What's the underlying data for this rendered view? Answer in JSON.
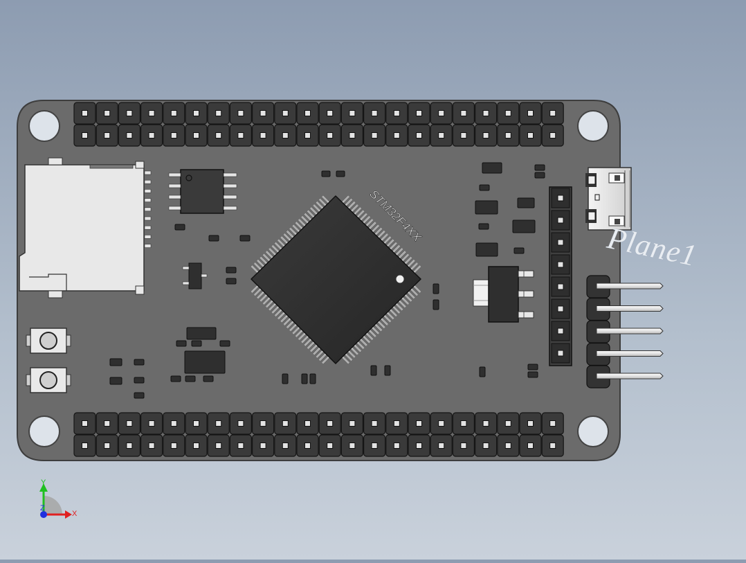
{
  "window": {
    "plane_label": "Plane1"
  },
  "board": {
    "mcu_marking": "STM32F4XX"
  },
  "triad": {
    "x_label": "X",
    "y_label": "Y",
    "z_label": "Z"
  },
  "colors": {
    "pcb": "#6b6b6b",
    "pcb_edge": "#444444",
    "component": "#2f2f2f",
    "header": "#3a3a3a",
    "pin": "#d9d9d9",
    "background_top": "#8d9cb1",
    "background_bottom": "#c9d1db",
    "x_axis": "#e02020",
    "y_axis": "#20c020",
    "z_axis": "#2030e0"
  }
}
